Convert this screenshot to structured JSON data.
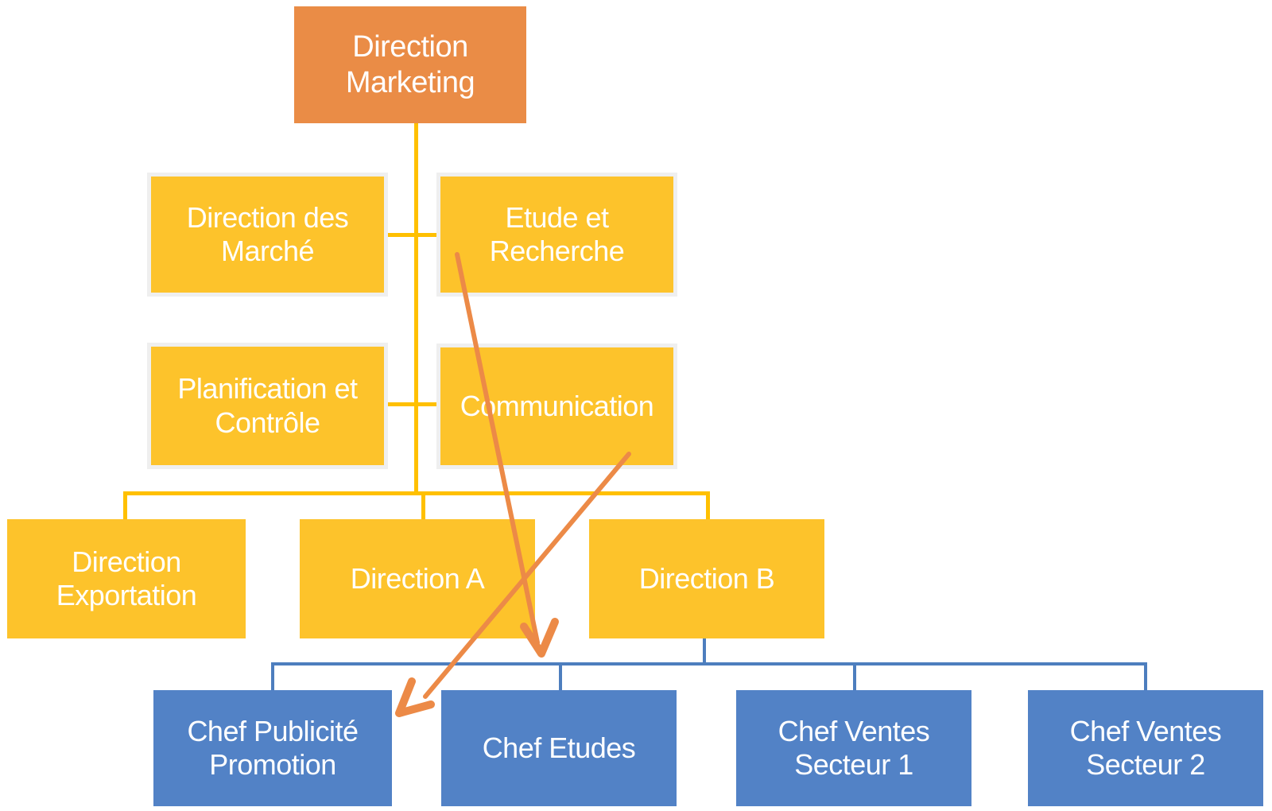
{
  "colors": {
    "root_fill": "#EA8C46",
    "branch_fill": "#FDC32B",
    "branch_line": "#FFC000",
    "leaf_fill": "#5282C6",
    "leaf_line": "#4D7EBE",
    "arrow": "#EC8A47",
    "box_text": "#FFFFFF"
  },
  "nodes": {
    "root": "Direction Marketing",
    "marche": "Direction des Marché",
    "etude": "Etude et Recherche",
    "planification": "Planification et Contrôle",
    "communication": "Communication",
    "exportation": "Direction Exportation",
    "direction_a": "Direction A",
    "direction_b": "Direction B",
    "chef_publicite": "Chef Publicité Promotion",
    "chef_etudes": "Chef Etudes",
    "chef_ventes_1": "Chef Ventes Secteur 1",
    "chef_ventes_2": "Chef Ventes Secteur 2"
  },
  "arrows": [
    {
      "from": "Etude et Recherche",
      "to": "Chef Etudes"
    },
    {
      "from": "Communication",
      "to": "Chef Publicité Promotion"
    }
  ]
}
